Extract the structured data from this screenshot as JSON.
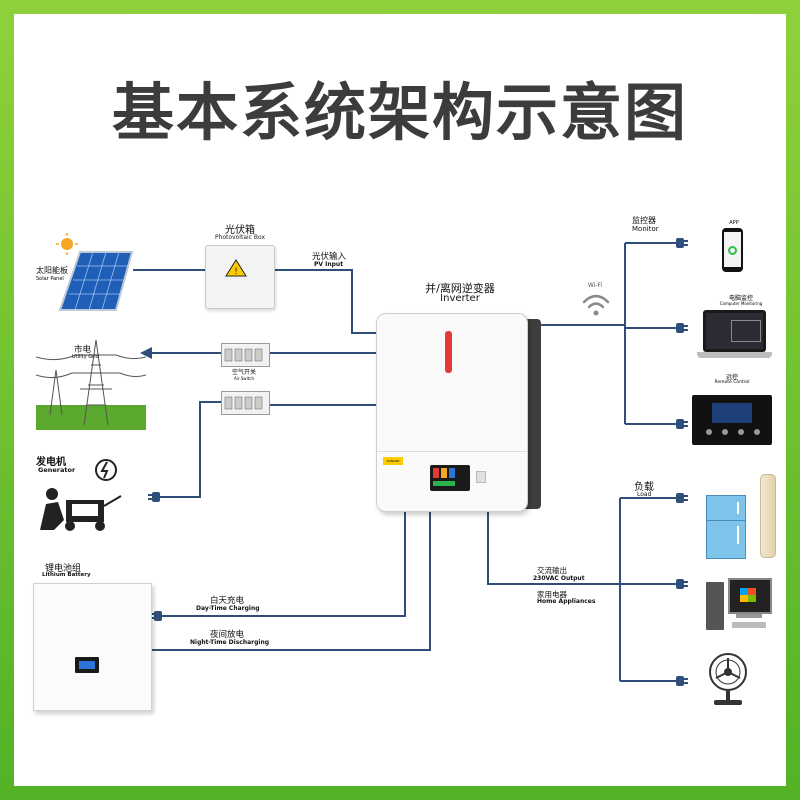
{
  "title": "基本系统架构示意图",
  "colors": {
    "frame_green": "#6cc233",
    "line_blue": "#2f4f7a",
    "title_gray": "#3c3c3c",
    "inverter_red": "#e53935"
  },
  "pv_box": {
    "cn": "光伏箱",
    "en": "Photovoltaic Box"
  },
  "solar_panel": {
    "cn": "太阳能板",
    "en": "Solar Panel"
  },
  "pv_input": {
    "cn": "光伏输入",
    "en": "PV Input"
  },
  "grid": {
    "cn": "市电",
    "en": "Utility Grid"
  },
  "air_switch": {
    "cn": "空气开关",
    "en": "Air Switch"
  },
  "generator": {
    "cn": "发电机",
    "en": "Generator"
  },
  "battery": {
    "cn": "锂电池组",
    "en": "Lithium Battery"
  },
  "inverter": {
    "cn": "并/离网逆变器",
    "en": "Inverter"
  },
  "wifi": {
    "label": "Wi-Fi"
  },
  "monitor": {
    "cn": "监控器",
    "en": "Monitor"
  },
  "app": {
    "label": "APP"
  },
  "computer": {
    "cn": "电脑监控",
    "en": "Computer Monitoring"
  },
  "remote": {
    "cn": "远控",
    "en": "Remote Control"
  },
  "load": {
    "cn": "负载",
    "en": "Load"
  },
  "ac_output": {
    "cn": "交流输出",
    "en": "230VAC Output"
  },
  "home": {
    "cn": "家用电器",
    "en": "Home Appliances"
  },
  "day_charging": {
    "cn": "白天充电",
    "en": "Day-Time Charging"
  },
  "night_discharging": {
    "cn": "夜间放电",
    "en": "Night-Time Discharging"
  },
  "warning": {
    "text": "DANGER"
  }
}
